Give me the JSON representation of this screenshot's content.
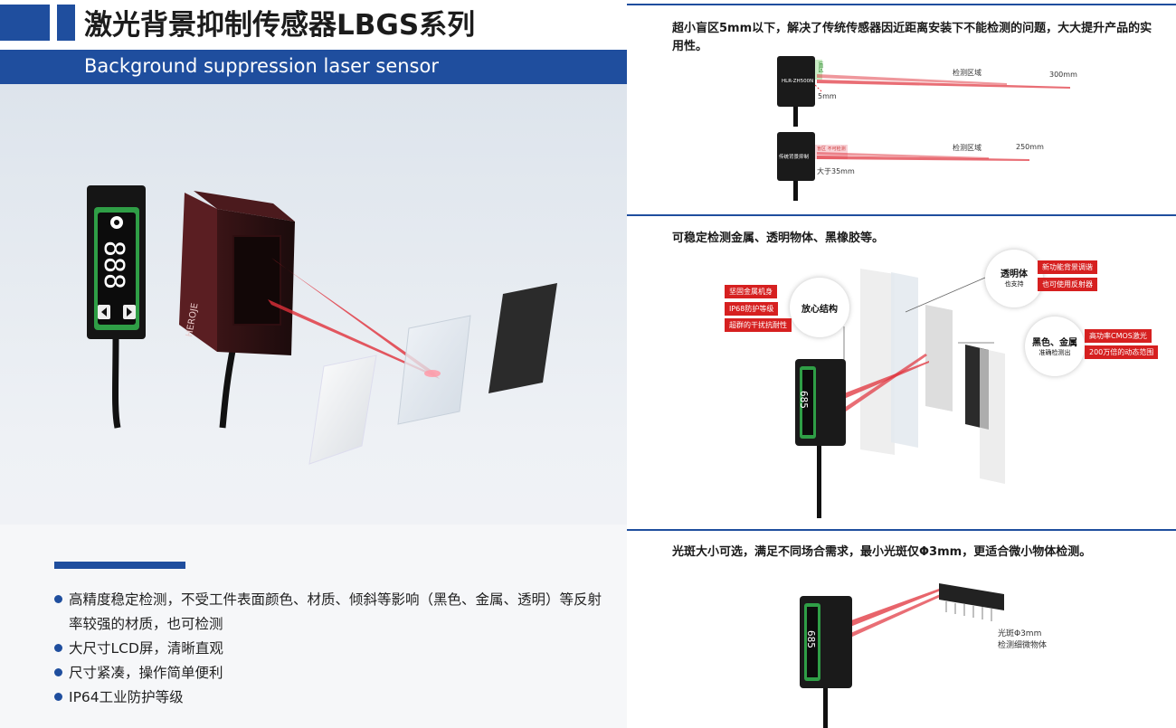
{
  "left": {
    "title": "激光背景抑制传感器LBGS系列",
    "subtitle": "Background suppression laser sensor",
    "display_digits": "888",
    "sensor_brand": "HEROJE",
    "features": [
      "高精度稳定检测，不受工件表面颜色、材质、倾斜等影响（黑色、金属、透明）等反射率较强的材质，也可检测",
      "大尺寸LCD屏，清晰直观",
      "尺寸紧凑，操作简单便利",
      "IP64工业防护等级"
    ]
  },
  "right": {
    "section1": {
      "heading": "超小盲区5mm以下，解决了传统传感器因近距离安装下不能检测的问题，大大提升产品的实用性。",
      "sensor_a_label": "HLR-ZH500N",
      "sensor_a_tag": "盲区",
      "sensor_a_blind": "5mm",
      "sensor_a_zone": "检测区域",
      "sensor_a_range": "300mm",
      "sensor_b_label": "传统背景抑制",
      "sensor_b_tag": "盲区 不可检测",
      "sensor_b_blind": "大于35mm",
      "sensor_b_zone": "检测区域",
      "sensor_b_range": "250mm"
    },
    "section2": {
      "heading": "可稳定检测金属、透明物体、黑橡胶等。",
      "callout_main": "放心结构",
      "tags_left": [
        "坚固金属机身",
        "IP68防护等级",
        "超群的干扰抗耐性"
      ],
      "callout_transparent_title": "透明体",
      "callout_transparent_sub": "也支持",
      "tags_transparent": [
        "新功能背景调谐",
        "也可使用反射器"
      ],
      "callout_black_title": "黑色、金属",
      "callout_black_sub": "准确检测出",
      "tags_black": [
        "高功率CMOS激光",
        "200万倍的动态范围"
      ],
      "display_digits": "685"
    },
    "section3": {
      "heading": "光斑大小可选，满足不同场合需求，最小光斑仅Φ3mm，更适合微小物体检测。",
      "spot_label": "光斑Φ3mm",
      "spot_sub": "检测细微物体",
      "display_digits": "685"
    }
  },
  "colors": {
    "brand_blue": "#1f4e9e",
    "laser_red": "#e0303a",
    "tag_red": "#d62020"
  }
}
